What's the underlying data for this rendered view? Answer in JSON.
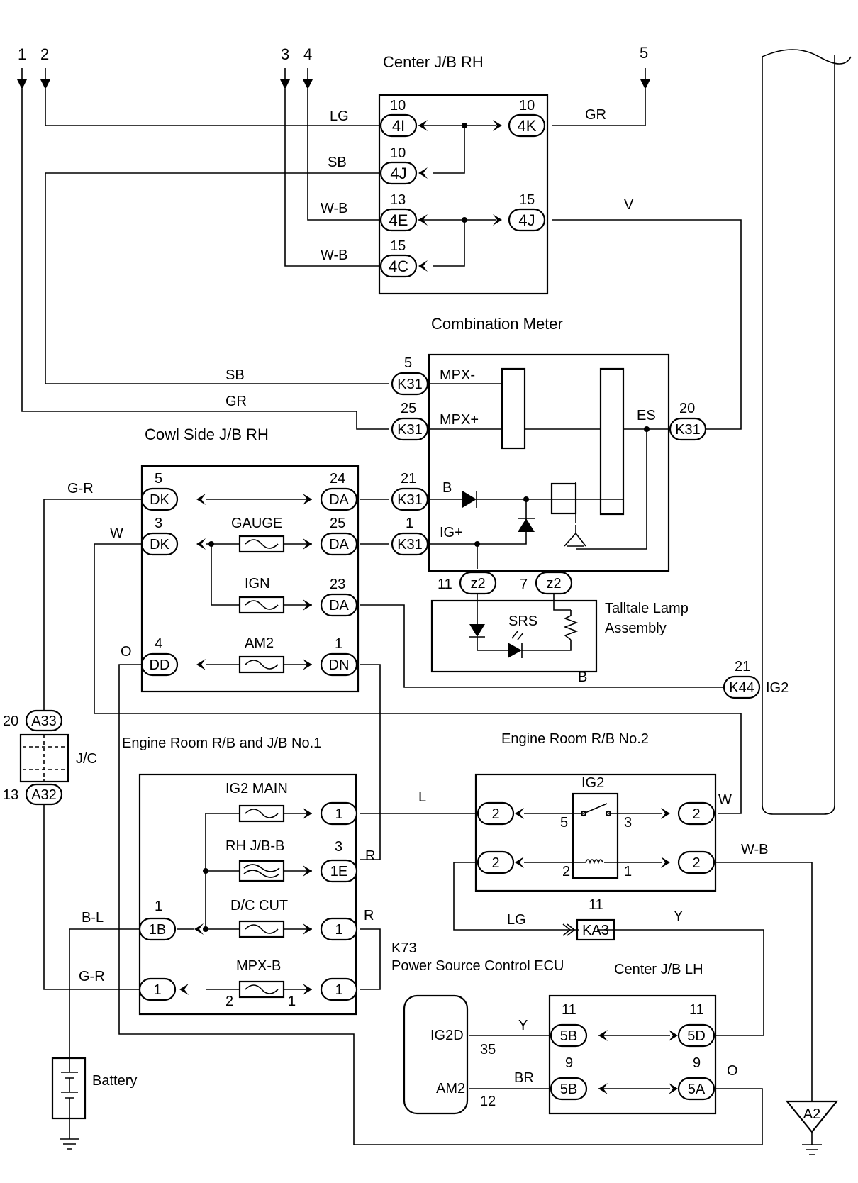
{
  "top_terminals": [
    "1",
    "2",
    "3",
    "4",
    "5"
  ],
  "blocks": {
    "center_jb_rh": "Center J/B RH",
    "combination_meter": "Combination Meter",
    "cowl_side_jb_rh": "Cowl Side J/B RH",
    "talltale_lamp_1": "Talltale Lamp",
    "talltale_lamp_2": "Assembly",
    "engine_room_jb1": "Engine Room R/B and J/B No.1",
    "engine_room_rb2": "Engine Room R/B No.2",
    "ecu_code": "K73",
    "ecu_name": "Power Source Control ECU",
    "center_jb_lh": "Center J/B LH",
    "jc": "J/C",
    "battery": "Battery",
    "ground_ref": "A2"
  },
  "wire_colors": {
    "lg": "LG",
    "gr": "GR",
    "sb": "SB",
    "wb": "W-B",
    "v": "V",
    "gr2": "G-R",
    "w": "W",
    "o": "O",
    "b": "B",
    "l": "L",
    "r": "R",
    "bl": "B-L",
    "y": "Y",
    "br": "BR"
  },
  "connectors": {
    "c4I": "4I",
    "c4K": "4K",
    "c4J": "4J",
    "c4E": "4E",
    "c4C": "4C",
    "k31": "K31",
    "dk": "DK",
    "da": "DA",
    "dd": "DD",
    "dn": "DN",
    "z2": "z2",
    "k44": "K44",
    "a33": "A33",
    "a32": "A32",
    "one": "1",
    "one_e": "1E",
    "one_b": "1B",
    "two": "2",
    "ka3": "KA3",
    "c5B": "5B",
    "c5D": "5D",
    "c5A": "5A"
  },
  "pins": {
    "p1": "1",
    "p2": "2",
    "p3": "3",
    "p4": "4",
    "p5": "5",
    "p7": "7",
    "p9": "9",
    "p10": "10",
    "p11": "11",
    "p12": "12",
    "p13": "13",
    "p15": "15",
    "p20": "20",
    "p21": "21",
    "p23": "23",
    "p24": "24",
    "p25": "25",
    "p35": "35"
  },
  "meter_signals": {
    "mpx_minus": "MPX-",
    "mpx_plus": "MPX+",
    "es": "ES",
    "b": "B",
    "ig_plus": "IG+",
    "ig2": "IG2"
  },
  "fuses": {
    "gauge": "GAUGE",
    "ign": "IGN",
    "am2": "AM2",
    "ig2_main": "IG2 MAIN",
    "rh_jb_b": "RH J/B-B",
    "dc_cut": "D/C CUT",
    "mpx_b": "MPX-B"
  },
  "relay": {
    "name": "IG2"
  },
  "srs": "SRS",
  "ecu_terminals": {
    "ig2d": "IG2D",
    "am2": "AM2"
  }
}
